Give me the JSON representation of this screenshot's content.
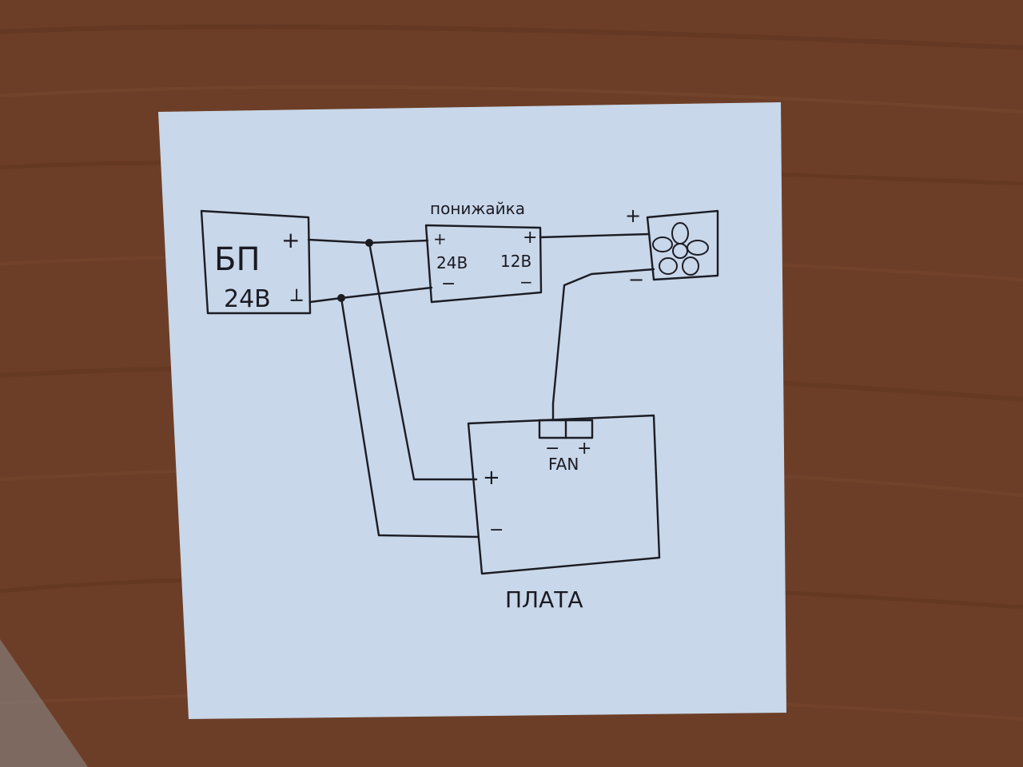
{
  "diagram": {
    "power_supply": {
      "name": "БП",
      "voltage": "24В",
      "plus": "+",
      "minus": "┴"
    },
    "step_down": {
      "name": "понижайка",
      "in_plus": "+",
      "in_voltage": "24В",
      "in_minus": "−",
      "out_plus": "+",
      "out_voltage": "12В",
      "out_minus": "−"
    },
    "fan": {
      "plus": "+",
      "minus": "−"
    },
    "board": {
      "name": "ПЛАТА",
      "plus": "+",
      "minus": "−",
      "fan_label": "FAN",
      "fan_minus": "−",
      "fan_plus": "+"
    }
  },
  "colors": {
    "desk": "#6b3d26",
    "paper": "#c9d8ea",
    "ink": "#1c1c24"
  }
}
